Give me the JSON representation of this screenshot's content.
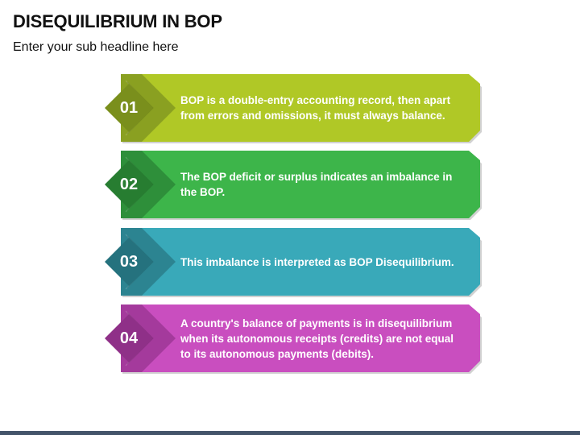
{
  "header": {
    "title": "DISEQUILIBRIUM IN BOP",
    "subtitle": "Enter your sub headline here"
  },
  "items": [
    {
      "number": "01",
      "text": "BOP is a double-entry accounting record, then apart from errors and omissions, it must always balance.",
      "color": "#b0c826",
      "dark": "#8aa021",
      "darker": "#7a8f1c"
    },
    {
      "number": "02",
      "text": "The BOP deficit or surplus indicates an imbalance in the BOP.",
      "color": "#3db54a",
      "dark": "#2e8f3a",
      "darker": "#277d31"
    },
    {
      "number": "03",
      "text": "This imbalance is interpreted as BOP Disequilibrium.",
      "color": "#39a9b9",
      "dark": "#2c8491",
      "darker": "#25727e"
    },
    {
      "number": "04",
      "text": "A country's balance of payments is in disequilibrium when its autonomous receipts (credits) are not equal to its autonomous payments (debits).",
      "color": "#c94ebf",
      "dark": "#a43a9c",
      "darker": "#8f3088"
    }
  ],
  "footer": {
    "bar_color": "#44546a"
  }
}
